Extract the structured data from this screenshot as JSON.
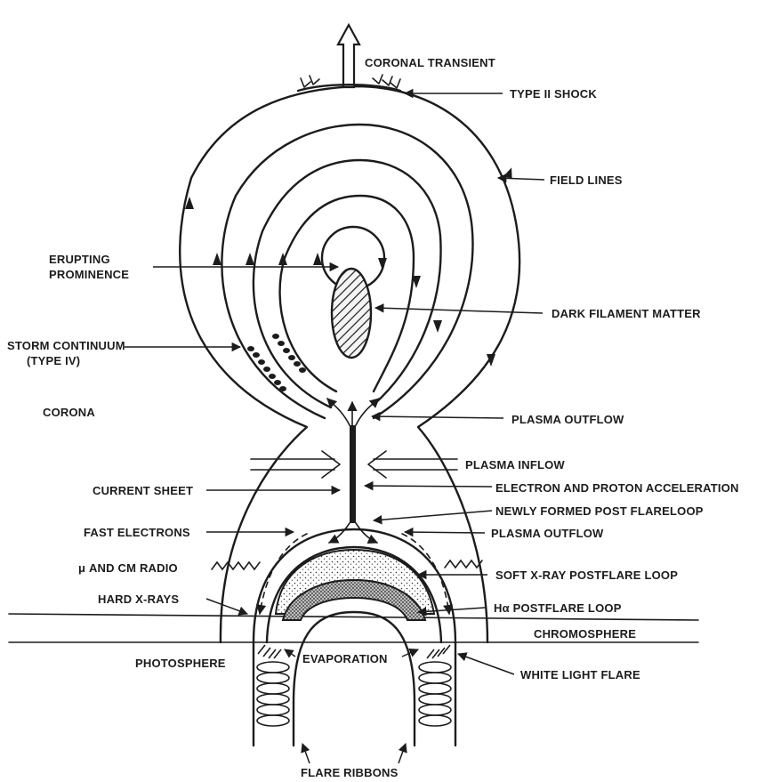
{
  "labels": {
    "coronal_transient": "CORONAL TRANSIENT",
    "type_ii_shock": "TYPE II SHOCK",
    "field_lines": "FIELD LINES",
    "erupting_1": "ERUPTING",
    "erupting_2": "PROMINENCE",
    "dark_filament": "DARK FILAMENT MATTER",
    "storm_1": "STORM CONTINUUM",
    "storm_2": "(TYPE IV)",
    "corona": "CORONA",
    "plasma_outflow_top": "PLASMA OUTFLOW",
    "plasma_inflow": "PLASMA INFLOW",
    "current_sheet": "CURRENT SHEET",
    "electron_proton": "ELECTRON AND PROTON ACCELERATION",
    "newly_formed": "NEWLY FORMED POST FLARELOOP",
    "fast_electrons": "FAST ELECTRONS",
    "plasma_outflow_bottom": "PLASMA OUTFLOW",
    "mu_cm_radio": "μ AND CM RADIO",
    "soft_xray": "SOFT X-RAY POSTFLARE LOOP",
    "hard_xrays": "HARD X-RAYS",
    "h_alpha": "Hα POSTFLARE LOOP",
    "chromosphere": "CHROMOSPHERE",
    "photosphere": "PHOTOSPHERE",
    "evaporation": "EVAPORATION",
    "white_light": "WHITE LIGHT FLARE",
    "flare_ribbons": "FLARE RIBBONS"
  }
}
